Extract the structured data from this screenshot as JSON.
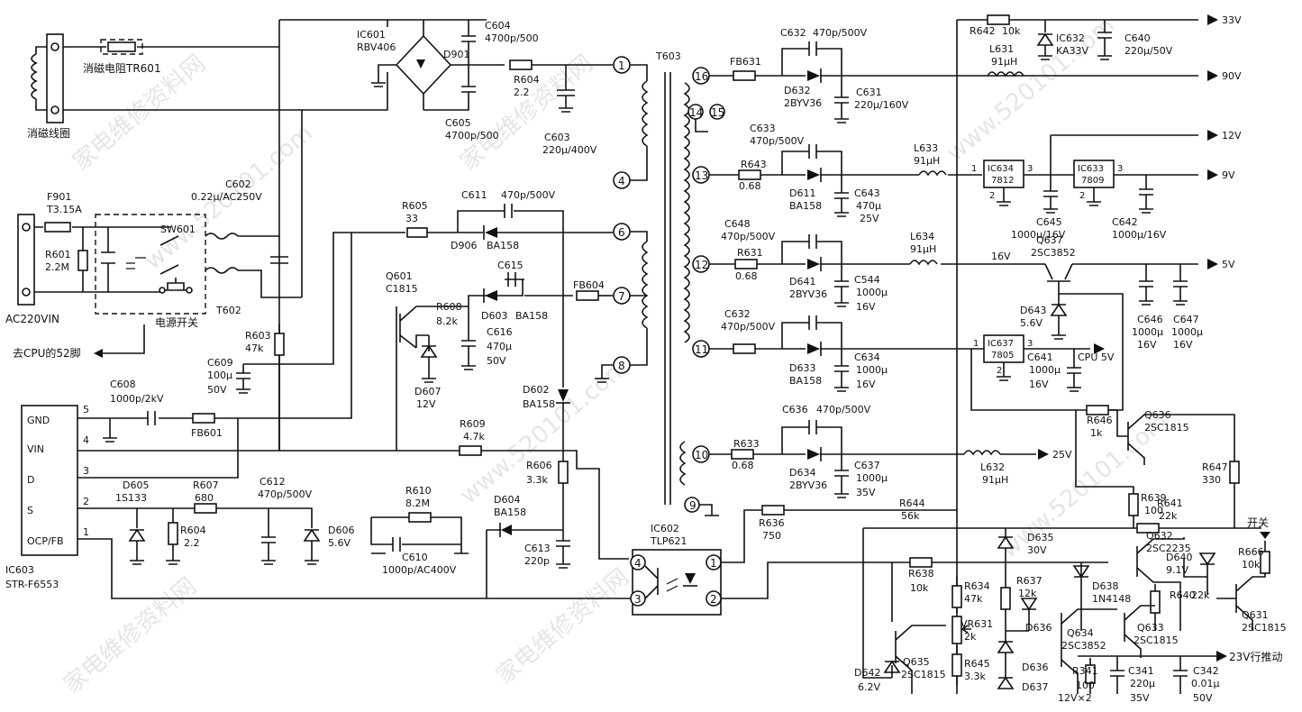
{
  "diagram": {
    "degauss": {
      "coil": "消磁线圈",
      "resistor": "消磁电阻TR601"
    },
    "mains": {
      "connector": "AC220VIN",
      "fuse_name": "F901",
      "fuse_rating": "T3.15A",
      "r601_name": "R601",
      "r601_value": "2.2M",
      "switch_name": "SW601",
      "switch_label": "电源开关",
      "transformer": "T602",
      "cap_c602": "C602",
      "cap_c602_value": "0.22μ/AC250V"
    },
    "bridge": {
      "name": "IC601",
      "part": "RBV406",
      "d901": "D901",
      "c604": "C604",
      "c604_value": "4700p/500",
      "c605": "C605",
      "c605_value": "4700p/500",
      "r604": "R604",
      "r604_value": "2.2",
      "c603": "C603",
      "c603_value": "220μ/400V"
    },
    "cpu_link": "去CPU的52脚",
    "primary": {
      "r603": "R603",
      "r603_value": "47k",
      "c609": "C609",
      "c609_value": "100μ",
      "c609_volt": "50V",
      "c608": "C608",
      "c608_value": "1000p/2kV",
      "fb601": "FB601",
      "r605": "R605",
      "r605_value": "33",
      "c611": "C611",
      "c611_value": "470p/500V",
      "d906": "D906",
      "d906_part": "BA158",
      "q601": "Q601",
      "q601_part": "C1815",
      "c615": "C615",
      "r608": "R608",
      "r608_value": "8.2k",
      "d603": "D603",
      "d603_part": "BA158",
      "fb604": "FB604",
      "c616": "C616",
      "c616_value": "470μ",
      "c616_volt": "50V",
      "d607": "D607",
      "d607_value": "12V",
      "d602": "D602",
      "d602_part": "BA158",
      "r609": "R609",
      "r609_value": "4.7k",
      "r606": "R606",
      "r606_value": "3.3k",
      "d604": "D604",
      "d604_part": "BA158",
      "c613": "C613",
      "c613_value": "220p",
      "r610": "R610",
      "r610_value": "8.2M",
      "c610": "C610",
      "c610_value": "1000p/AC400V",
      "c612": "C612",
      "c612_value": "470p/500V",
      "d606": "D606",
      "d606_value": "5.6V",
      "d605": "D605",
      "d605_part": "1S133",
      "r607": "R607",
      "r607_value": "680",
      "r604b": "R604",
      "r604b_value": "2.2"
    },
    "ic603": {
      "name": "IC603",
      "part": "STR-F6553",
      "pins": [
        {
          "num": "5",
          "label": "GND"
        },
        {
          "num": "4",
          "label": "VIN"
        },
        {
          "num": "3",
          "label": "D"
        },
        {
          "num": "2",
          "label": "S"
        },
        {
          "num": "1",
          "label": "OCP/FB"
        }
      ]
    },
    "transformer_t603": {
      "name": "T603",
      "primary_pins": [
        "1",
        "4",
        "6",
        "7",
        "8"
      ],
      "secondary_pins": [
        "16",
        "14",
        "15",
        "13",
        "12",
        "11",
        "10",
        "9"
      ]
    },
    "secondary": {
      "fb631": "FB631",
      "c632a": "C632",
      "c632a_value": "470p/500V",
      "d632": "D632",
      "d632_part": "2BYV36",
      "c631": "C631",
      "c631_value": "220μ/160V",
      "c633": "C633",
      "c633_value": "470p/500V",
      "r643": "R643",
      "r643_value": "0.68",
      "d611": "D611",
      "d611_part": "BA158",
      "c643": "C643",
      "c643_value": "470μ",
      "c643_volt": "25V",
      "c648": "C648",
      "c648_value": "470p/500V",
      "r631": "R631",
      "r631_value": "0.68",
      "d641": "D641",
      "d641_part": "2BYV36",
      "c644": "C544",
      "c644_value": "1000μ",
      "c644_volt": "16V",
      "c632b": "C632",
      "c632b_value": "470p/500V",
      "d633": "D633",
      "d633_part": "BA158",
      "c634": "C634",
      "c634_value": "1000μ",
      "c634_volt": "16V",
      "r633": "R633",
      "r633_value": "0.68",
      "c636": "C636",
      "c636_value": "470p/500V",
      "d634": "D634",
      "d634_part": "2BYV36",
      "c637": "C637",
      "c637_value": "1000μ",
      "c637_volt": "35V"
    },
    "outputs": {
      "r642": "R642",
      "r642_value": "10k",
      "ic632": "IC632",
      "ic632_part": "KA33V",
      "c640": "C640",
      "c640_value": "220μ/50V",
      "l631": "L631",
      "l631_value": "91μH",
      "v33": "33V",
      "v90": "90V",
      "v12": "12V",
      "v9": "9V",
      "v5": "5V",
      "v25": "25V",
      "v16": "16V",
      "l633": "L633",
      "l633_value": "91μH",
      "ic634": "IC634",
      "ic634_part": "7812",
      "ic633": "IC633",
      "ic633_part": "7809",
      "c645": "C645",
      "c645_value": "1000μ/16V",
      "c642": "C642",
      "c642_value": "1000μ/16V",
      "l634": "L634",
      "l634_value": "91μH",
      "q637": "Q637",
      "q637_part": "2SC3852",
      "c646": "C646",
      "c646_value": "1000μ",
      "c646_volt": "16V",
      "c647": "C647",
      "c647_value": "1000μ",
      "c647_volt": "16V",
      "d643": "D643",
      "d643_value": "5.6V",
      "ic637": "IC637",
      "ic637_part": "7805",
      "c641": "C641",
      "c641_value": "1000μ",
      "c641_volt": "16V",
      "cpu5v": "CPU 5V",
      "l632": "L632",
      "l632_value": "91μH",
      "r646": "R646",
      "r646_value": "1k",
      "q636": "Q636",
      "q636_part": "2SC1815",
      "r647": "R647",
      "r647_value": "330",
      "r636": "R636",
      "r636_value": "750",
      "ic602": "IC602",
      "ic602_part": "TLP621",
      "r644": "R644",
      "r644_value": "56k",
      "r639": "R639",
      "r639_value": "100",
      "r641": "R641",
      "r641_value": "22k",
      "switch": "开关",
      "d635": "D635",
      "d635_value": "30V",
      "r638": "R638",
      "r638_value": "10k",
      "q632": "Q632",
      "q632_part": "2SC2235",
      "r666": "R666",
      "r666_value": "10k",
      "d638": "D638",
      "d638_part": "1N4148",
      "r634": "R634",
      "r634_value": "47k",
      "r637": "R637",
      "r637_value": "12k",
      "d640": "D640",
      "d640_value": "9.1V",
      "r640": "R640",
      "r640_value": "22k",
      "q631": "Q631",
      "q631_part": "2SC1815",
      "d636": "D636",
      "vr631": "VR631",
      "vr631_value": "2k",
      "q634": "Q634",
      "q634_part": "2SC3852",
      "q633": "Q633",
      "q633_part": "2SC1815",
      "q635": "Q635",
      "q635_part": "2SC1815",
      "d642": "D642",
      "d642_value": "6.2V",
      "r645": "R645",
      "r645_value": "3.3k",
      "d636b": "D636",
      "d637": "D637",
      "d637_value": "12V×2",
      "r341": "R341",
      "r341_value": "100",
      "c341": "C341",
      "c341_value": "220μ",
      "c341_volt": "35V",
      "c342": "C342",
      "c342_value": "0.01μ",
      "c342_volt": "50V",
      "v23": "23V行推动"
    },
    "watermarks": [
      "家电维修资料网",
      "www.520101.com",
      "家电维修资料网",
      "www.520101.com",
      "家电维修资料网",
      "www.520101.com",
      "家电维修资料网",
      "www.520101.com"
    ]
  }
}
